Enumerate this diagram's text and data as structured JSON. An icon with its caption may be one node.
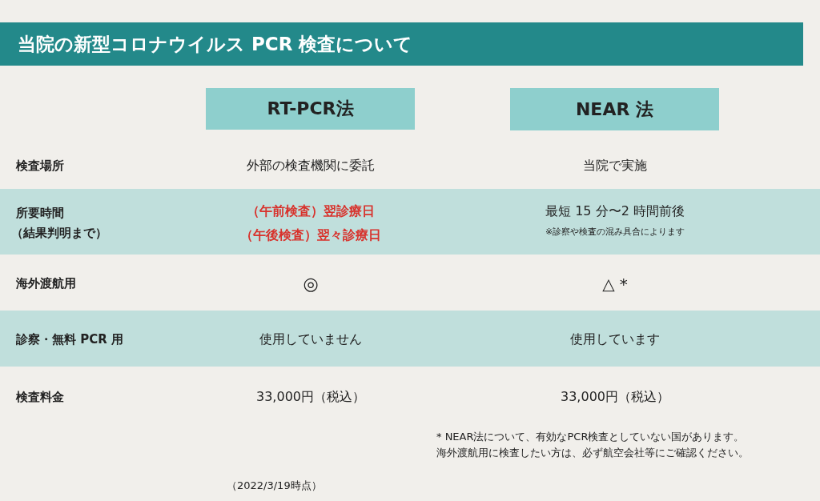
{
  "diagram": {
    "title": "当院の新型コロナウイルス PCR 検査について",
    "nodes": [
      {
        "text": [
          "RT-PCR法"
        ]
      },
      {
        "text": [
          "NEAR 法"
        ]
      }
    ],
    "labels": [
      "検査場所",
      "外部の検査機関に委託",
      "当院で実施",
      "所要時間",
      "（結果判明まで）",
      "（午前検査）翌診療日",
      "（午後検査）翌々診療日",
      "最短 15 分〜2 時間前後",
      "※診察や検査の混み具合によります",
      "海外渡航用",
      "◎",
      "△ *",
      "診察・無料 PCR 用",
      "使用していません",
      "使用しています",
      "検査料金",
      "33,000円（税込）",
      "33,000円（税込）",
      "* NEAR法について、有効なPCR検査としていない国があります。",
      "海外渡航用に検査したい方は、必ず航空会社等にご確認ください。",
      "（2022/3/19時点）"
    ]
  }
}
